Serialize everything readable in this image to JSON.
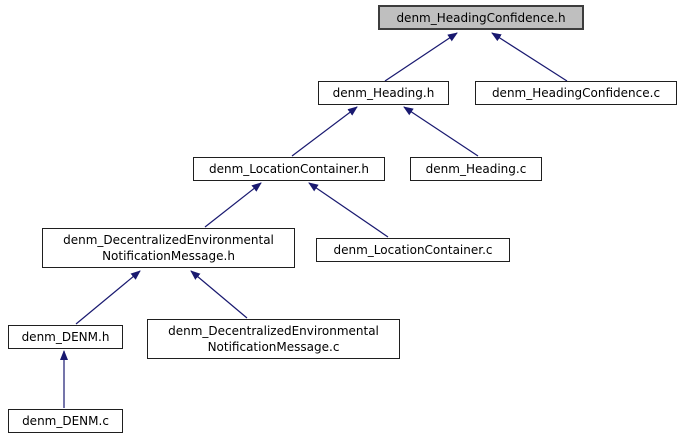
{
  "diagram": {
    "kind": "doxygen-included-by-dependency-graph",
    "highlighted_node": "denm_HeadingConfidence.h",
    "colors": {
      "edge": "#191970",
      "node_border": "#1f1f1f",
      "highlight_fill": "#bfbfbf",
      "node_fill": "#ffffff"
    },
    "nodes": [
      {
        "id": "denm_HeadingConfidence.h",
        "highlighted": true,
        "lines": [
          "denm_HeadingConfidence.h"
        ]
      },
      {
        "id": "denm_Heading.h",
        "highlighted": false,
        "lines": [
          "denm_Heading.h"
        ]
      },
      {
        "id": "denm_HeadingConfidence.c",
        "highlighted": false,
        "lines": [
          "denm_HeadingConfidence.c"
        ]
      },
      {
        "id": "denm_LocationContainer.h",
        "highlighted": false,
        "lines": [
          "denm_LocationContainer.h"
        ]
      },
      {
        "id": "denm_Heading.c",
        "highlighted": false,
        "lines": [
          "denm_Heading.c"
        ]
      },
      {
        "id": "denm_DecentralizedEnvironmentalNotificationMessage.h",
        "highlighted": false,
        "lines": [
          "denm_DecentralizedEnvironmental",
          "NotificationMessage.h"
        ]
      },
      {
        "id": "denm_LocationContainer.c",
        "highlighted": false,
        "lines": [
          "denm_LocationContainer.c"
        ]
      },
      {
        "id": "denm_DENM.h",
        "highlighted": false,
        "lines": [
          "denm_DENM.h"
        ]
      },
      {
        "id": "denm_DecentralizedEnvironmentalNotificationMessage.c",
        "highlighted": false,
        "lines": [
          "denm_DecentralizedEnvironmental",
          "NotificationMessage.c"
        ]
      },
      {
        "id": "denm_DENM.c",
        "highlighted": false,
        "lines": [
          "denm_DENM.c"
        ]
      }
    ],
    "edges": [
      {
        "from": "denm_Heading.h",
        "to": "denm_HeadingConfidence.h"
      },
      {
        "from": "denm_HeadingConfidence.c",
        "to": "denm_HeadingConfidence.h"
      },
      {
        "from": "denm_LocationContainer.h",
        "to": "denm_Heading.h"
      },
      {
        "from": "denm_Heading.c",
        "to": "denm_Heading.h"
      },
      {
        "from": "denm_DecentralizedEnvironmentalNotificationMessage.h",
        "to": "denm_LocationContainer.h"
      },
      {
        "from": "denm_LocationContainer.c",
        "to": "denm_LocationContainer.h"
      },
      {
        "from": "denm_DENM.h",
        "to": "denm_DecentralizedEnvironmentalNotificationMessage.h"
      },
      {
        "from": "denm_DecentralizedEnvironmentalNotificationMessage.c",
        "to": "denm_DecentralizedEnvironmentalNotificationMessage.h"
      },
      {
        "from": "denm_DENM.c",
        "to": "denm_DENM.h"
      }
    ]
  }
}
